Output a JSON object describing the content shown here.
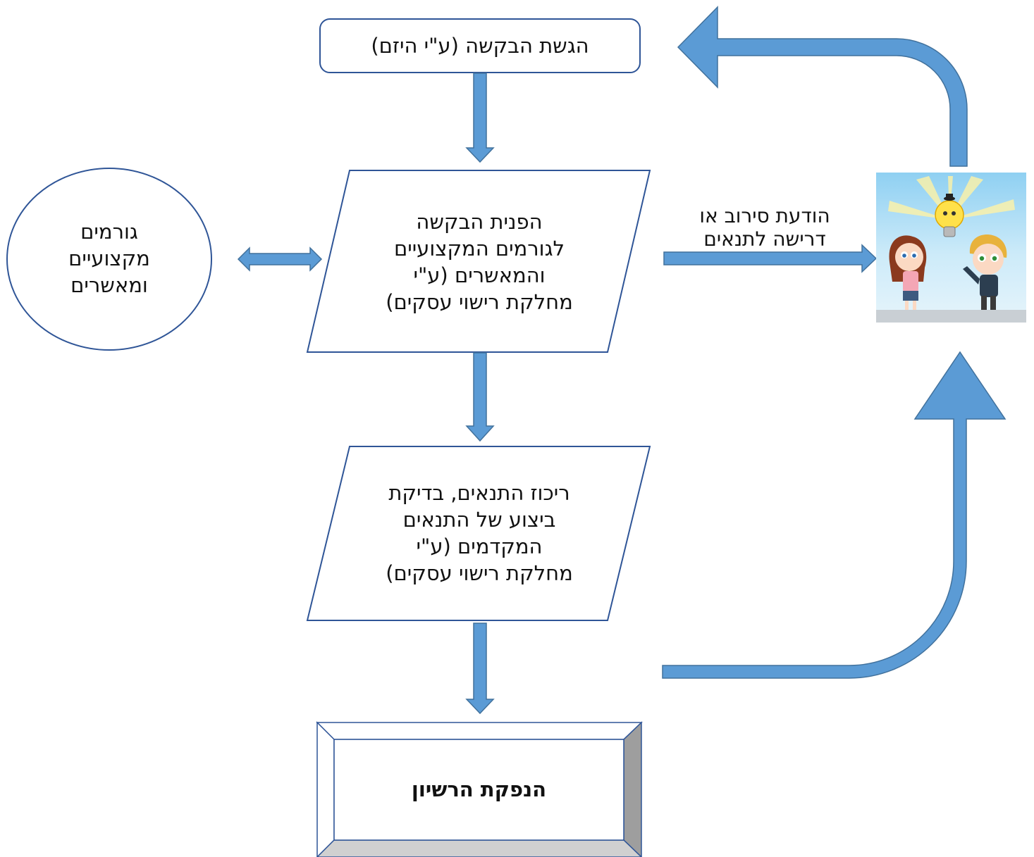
{
  "nodes": {
    "submit": {
      "label": "הגשת הבקשה (ע\"י היזם)"
    },
    "refer": {
      "label": "הפנית הבקשה\nלגורמים המקצועיים\nוהמאשרים (ע\"י\nמחלקת רישוי עסקים)"
    },
    "consolidate": {
      "label": "ריכוז התנאים, בדיקת\nביצוע של התנאים\nהמקדמים (ע\"י\nמחלקת רישוי עסקים)"
    },
    "professionals": {
      "label": "גורמים\nמקצועיים\nומאשרים"
    },
    "issue": {
      "label": "הנפקת הרשיון"
    }
  },
  "edges": {
    "rejection_label": "הודעת סירוב או\nדרישה לתנאים"
  },
  "illustration": {
    "icon": "idea-lightbulb-kids-illustration"
  },
  "colors": {
    "arrow_fill": "#5B9BD5",
    "arrow_stroke": "#41719C",
    "node_border": "#2F5597",
    "issue_bevel_dark": "#9E9E9E",
    "issue_bevel_light": "#D0D0D0"
  }
}
